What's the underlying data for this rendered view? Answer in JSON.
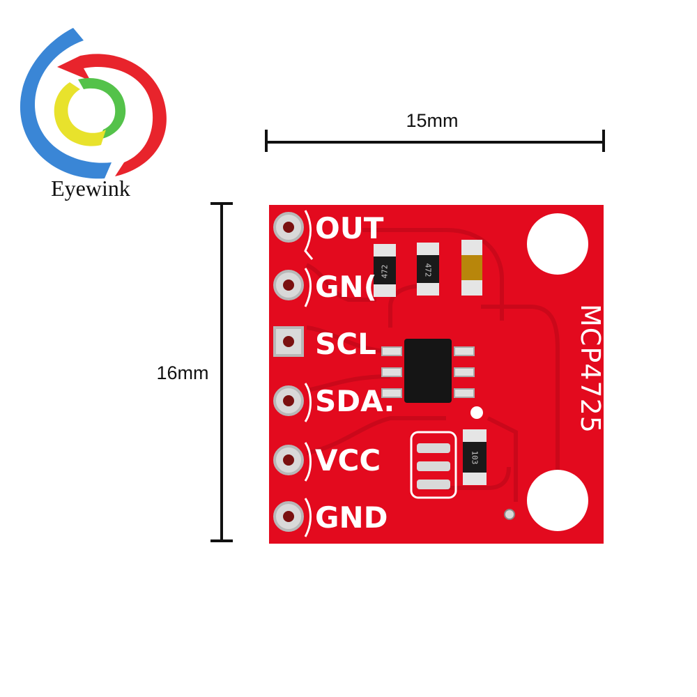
{
  "brand": {
    "name": "Eyewink",
    "logo_colors": {
      "red": "#e8242c",
      "blue": "#3a86d6",
      "green": "#54c24a",
      "yellow": "#e8e22c"
    }
  },
  "dimensions": {
    "width": "15mm",
    "height": "16mm"
  },
  "board": {
    "color": "#e30a1e",
    "chip_label": "MCP4725",
    "pins": [
      "OUT",
      "GN(",
      "SCL",
      "SDA.",
      "VCC",
      "GND"
    ],
    "resistor_codes": [
      "472",
      "472",
      "103"
    ]
  }
}
